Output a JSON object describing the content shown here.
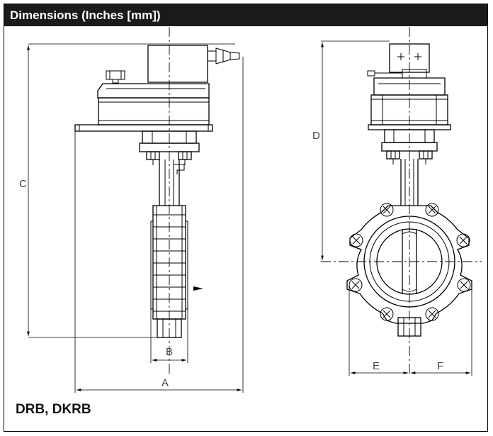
{
  "header": {
    "title": "Dimensions (Inches [mm])"
  },
  "footer": {
    "model_label": "DRB, DKRB"
  },
  "dimensions": {
    "a": "A",
    "b": "B",
    "c": "C",
    "d": "D",
    "e": "E",
    "f": "F"
  }
}
